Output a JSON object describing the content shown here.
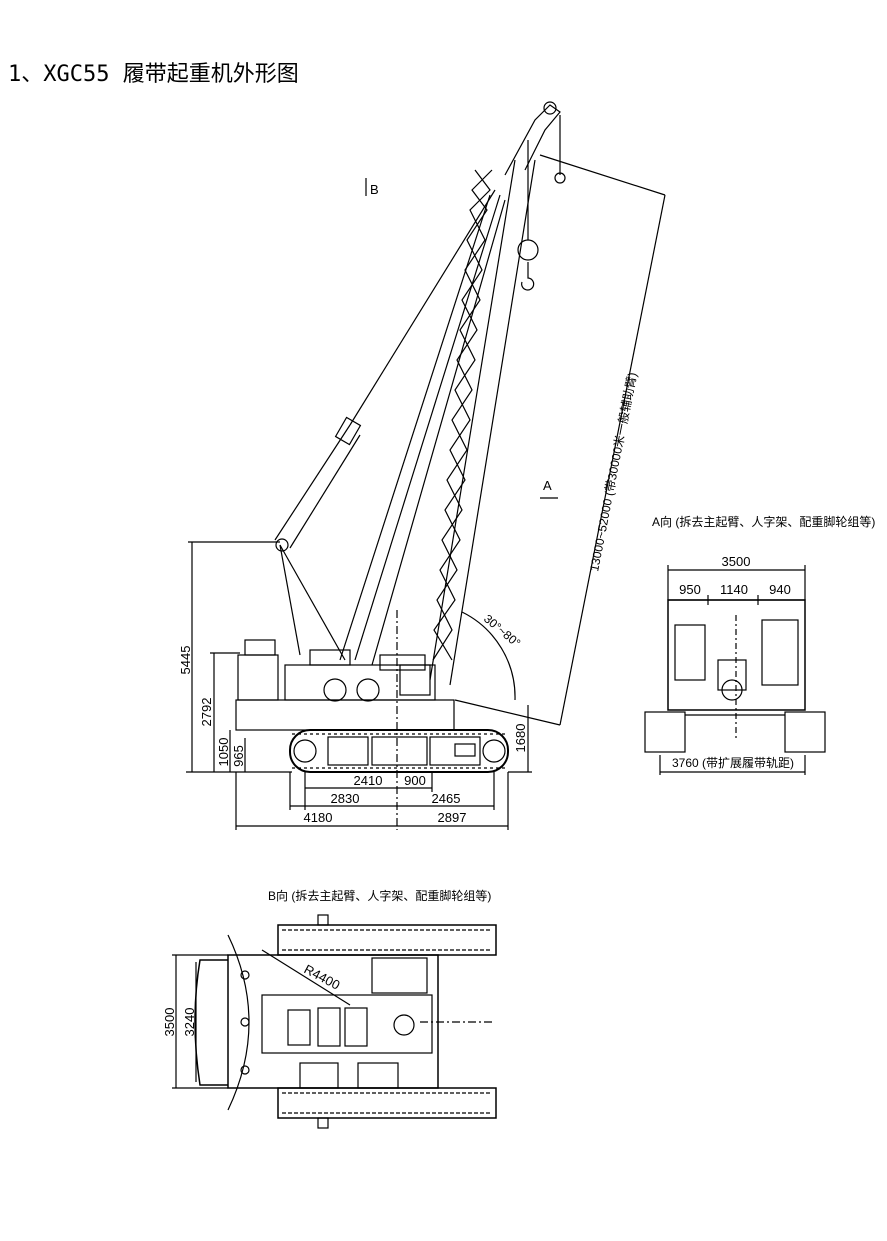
{
  "title": "1、XGC55 履带起重机外形图",
  "views": {
    "side": {
      "label_b_arrow": "B",
      "label_a_arrow": "A",
      "boom_length": "13000~52000 (带30000米一般辅助臂)",
      "angle_range": "30°~80°",
      "dims": {
        "h_total": "5445",
        "h_upper": "2792",
        "h_body": "1050",
        "h_track": "965",
        "h_rear_low": "1680",
        "w_2410": "2410",
        "w_900": "900",
        "w_2830": "2830",
        "w_2465": "2465",
        "w_4180": "4180",
        "w_2897": "2897"
      }
    },
    "view_a": {
      "caption": "A向 (拆去主起臂、人字架、配重脚轮组等)",
      "dims": {
        "total": "3500",
        "left": "950",
        "mid": "1140",
        "right": "940",
        "track": "3760 (带扩展履带轨距)"
      }
    },
    "view_b": {
      "caption": "B向 (拆去主起臂、人字架、配重脚轮组等)",
      "dims": {
        "outer": "3500",
        "inner": "3240",
        "radius": "R4400"
      }
    }
  }
}
